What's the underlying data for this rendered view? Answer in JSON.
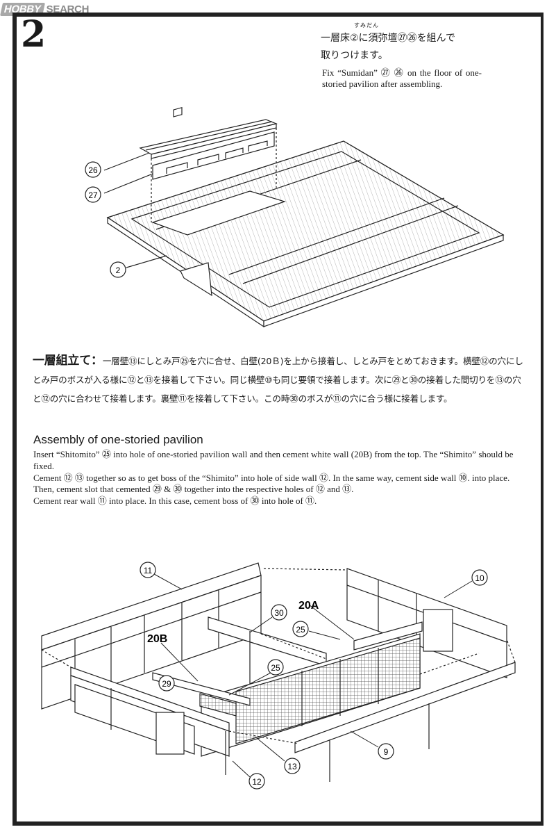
{
  "watermark": {
    "brand": "HOBBY",
    "suffix": "SEARCH"
  },
  "step_number": "2",
  "top_instruction": {
    "jp_line1": "一層床②に須弥壇㉗㉖を組んで",
    "jp_line2": "取りつけます。",
    "furigana": "すみだん",
    "en": "Fix “Sumidan” ㉗ ㉖ on the floor of one-storied pavilion after assembling."
  },
  "top_diagram_labels": {
    "part26": "26",
    "part27": "27",
    "part2": "2"
  },
  "assembly_jp": {
    "heading": "一層組立て：",
    "text": "一層壁⑬にしとみ戸㉕を穴に合せ、白壁(20Ｂ)を上から接着し、しとみ戸をとめておきます。横壁⑫の穴にしとみ戸のボスが入る様に⑫と⑬を接着して下さい。同じ横壁⑩も同じ要領で接着します。次に㉙と㉚の接着した間切りを⑬の穴と⑫の穴に合わせて接着します。裏壁⑪を接着して下さい。この時㉚のボスが⑪の穴に合う様に接着します。"
  },
  "assembly_en": {
    "heading": "Assembly of one-storied pavilion",
    "para1": "Insert “Shitomito” ㉕ into hole of one-storied pavilion wall and then cement white wall (20B) from the top. The “Shimito” should be fixed.",
    "para2": "Cement ⑫ ⑬ together so as to get boss of the “Shimito” into hole of side wall ⑫.  In the same way, cement side wall ⑩. into place. Then, cement slot that cemented ㉙ & ㉚ together into the respective holes of ⑫ and ⑬.",
    "para3": "Cement rear wall ⑪ into place. In this case, cement boss of ㉚ into hole of ⑪."
  },
  "bottom_diagram_labels": {
    "part11": "11",
    "part10": "10",
    "part30": "30",
    "part20a": "20A",
    "part25a": "25",
    "part20b": "20B",
    "part25b": "25",
    "part29": "29",
    "part9": "9",
    "part13": "13",
    "part12": "12"
  }
}
